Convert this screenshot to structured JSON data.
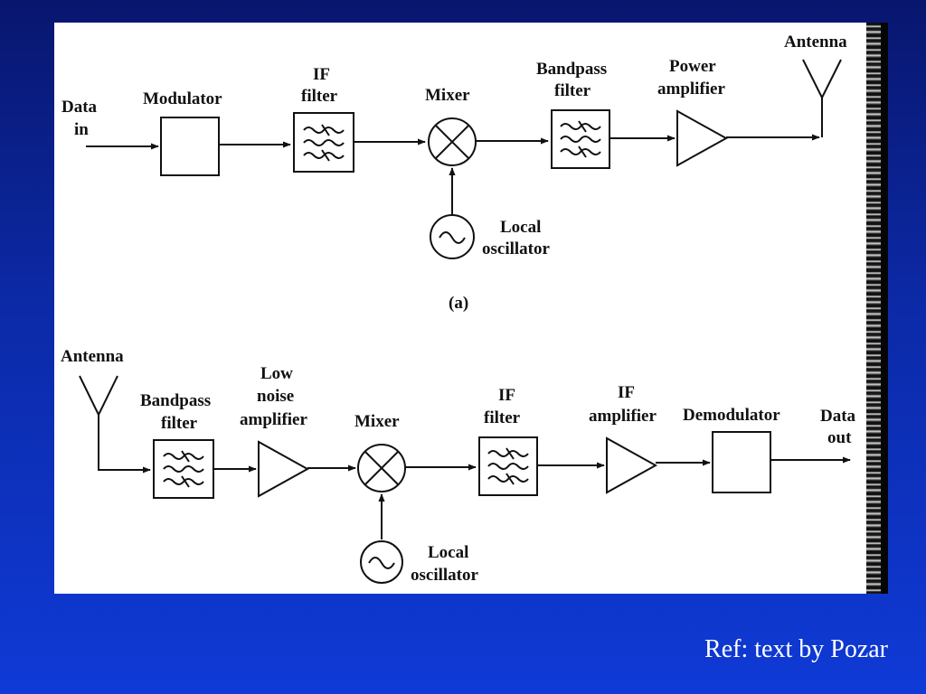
{
  "diagram_a": {
    "caption": "(a)",
    "data_in": [
      "Data",
      "in"
    ],
    "modulator": "Modulator",
    "if_filter": [
      "IF",
      "filter"
    ],
    "mixer": "Mixer",
    "bandpass_filter": [
      "Bandpass",
      "filter"
    ],
    "power_amplifier": [
      "Power",
      "amplifier"
    ],
    "antenna": "Antenna",
    "local_oscillator": [
      "Local",
      "oscillator"
    ]
  },
  "diagram_b": {
    "antenna": "Antenna",
    "bandpass_filter": [
      "Bandpass",
      "filter"
    ],
    "lna": [
      "Low",
      "noise",
      "amplifier"
    ],
    "mixer": "Mixer",
    "if_filter": [
      "IF",
      "filter"
    ],
    "if_amplifier": [
      "IF",
      "amplifier"
    ],
    "demodulator": "Demodulator",
    "data_out": [
      "Data",
      "out"
    ],
    "local_oscillator": [
      "Local",
      "oscillator"
    ]
  },
  "footer": {
    "ref": "Ref: text by Pozar"
  },
  "colors": {
    "background": "#0c2aa8",
    "panel": "#ffffff",
    "ink": "#111111"
  }
}
